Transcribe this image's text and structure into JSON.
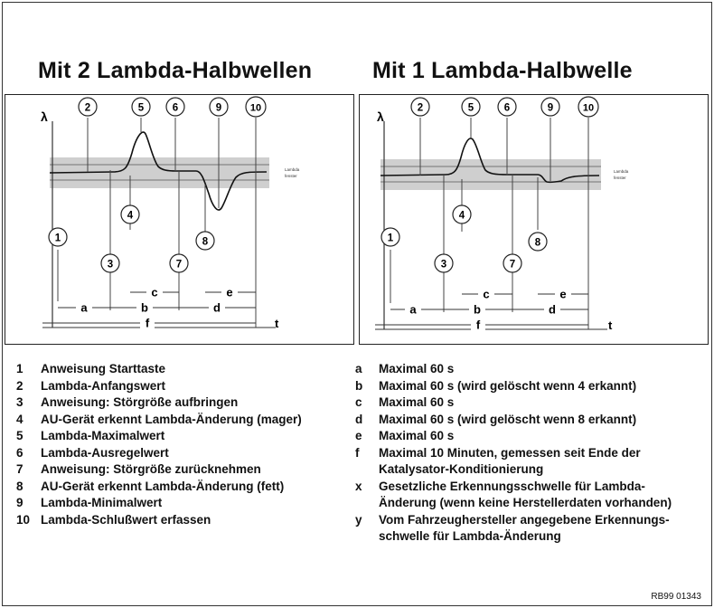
{
  "titles": {
    "left": "Mit 2 Lambda-Halbwellen",
    "right": "Mit 1 Lambda-Halbwelle"
  },
  "axes": {
    "y_symbol": "λ",
    "x_symbol": "t"
  },
  "band_labels": {
    "upper": "Lambda",
    "lower": "fenster"
  },
  "point_numbers": [
    "1",
    "2",
    "3",
    "4",
    "5",
    "6",
    "7",
    "8",
    "9",
    "10"
  ],
  "interval_letters": [
    "a",
    "b",
    "c",
    "d",
    "e",
    "f"
  ],
  "legend_numbers": [
    {
      "key": "1",
      "text": "Anweisung Starttaste"
    },
    {
      "key": "2",
      "text": "Lambda-Anfangswert"
    },
    {
      "key": "3",
      "text": "Anweisung: Störgröße aufbringen"
    },
    {
      "key": "4",
      "text": "AU-Gerät erkennt Lambda-Änderung (mager)"
    },
    {
      "key": "5",
      "text": "Lambda-Maximalwert"
    },
    {
      "key": "6",
      "text": "Lambda-Ausregelwert"
    },
    {
      "key": "7",
      "text": "Anweisung: Störgröße zurücknehmen"
    },
    {
      "key": "8",
      "text": "AU-Gerät erkennt Lambda-Änderung (fett)"
    },
    {
      "key": "9",
      "text": "Lambda-Minimalwert"
    },
    {
      "key": "10",
      "text": "Lambda-Schlußwert erfassen"
    }
  ],
  "legend_letters": [
    {
      "key": "a",
      "text": "Maximal 60 s"
    },
    {
      "key": "b",
      "text": " Maximal 60 s (wird gelöscht wenn 4 erkannt)"
    },
    {
      "key": "c",
      "text": "Maximal 60 s"
    },
    {
      "key": "d",
      "text": " Maximal 60 s (wird gelöscht wenn 8 erkannt)"
    },
    {
      "key": "e",
      "text": "Maximal 60 s"
    },
    {
      "key": "f",
      "text": " Maximal 10 Minuten, gemessen seit Ende der"
    },
    {
      "key": "",
      "text": " Katalysator-Konditionierung"
    },
    {
      "key": "x",
      "text": "Gesetzliche Erkennungsschwelle für Lambda-"
    },
    {
      "key": "",
      "text": "Änderung (wenn keine Herstellerdaten vorhanden)"
    },
    {
      "key": "y",
      "text": "Vom Fahrzeughersteller angegebene Erkennungs-"
    },
    {
      "key": "",
      "text": "schwelle für Lambda-Änderung"
    }
  ],
  "reference_code": "RB99 01343"
}
